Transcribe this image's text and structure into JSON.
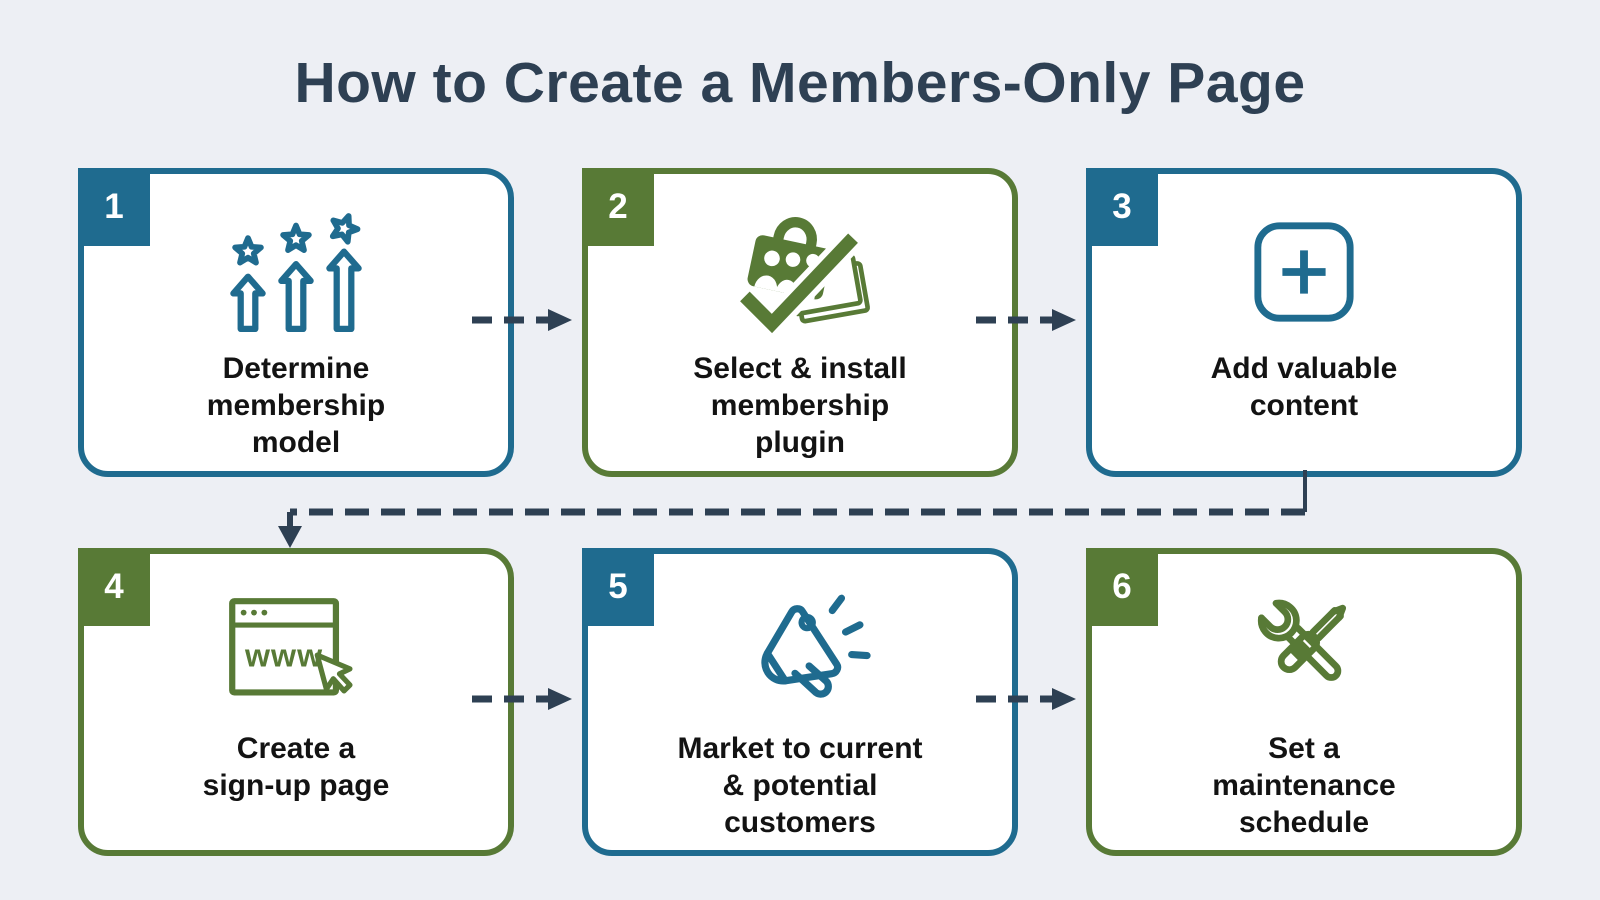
{
  "title": "How to Create a Members-Only Page",
  "colors": {
    "background": "#edeff4",
    "card_bg": "#ffffff",
    "blue": "#1f6b8f",
    "green": "#587a36",
    "navy": "#2e4053",
    "text": "#131313"
  },
  "steps": [
    {
      "number": "1",
      "accent": "blue",
      "icon": "growth-stars-icon",
      "label": "Determine\nmembership\nmodel"
    },
    {
      "number": "2",
      "accent": "green",
      "icon": "membership-plugin-icon",
      "label": "Select & install\nmembership\nplugin"
    },
    {
      "number": "3",
      "accent": "blue",
      "icon": "add-content-icon",
      "label": "Add valuable\ncontent"
    },
    {
      "number": "4",
      "accent": "green",
      "icon": "signup-page-icon",
      "label": "Create a\nsign-up page"
    },
    {
      "number": "5",
      "accent": "blue",
      "icon": "megaphone-icon",
      "label": "Market to current\n& potential\ncustomers"
    },
    {
      "number": "6",
      "accent": "green",
      "icon": "maintenance-icon",
      "label": "Set a\nmaintenance\nschedule"
    }
  ],
  "icon_labels": {
    "www": "www"
  }
}
